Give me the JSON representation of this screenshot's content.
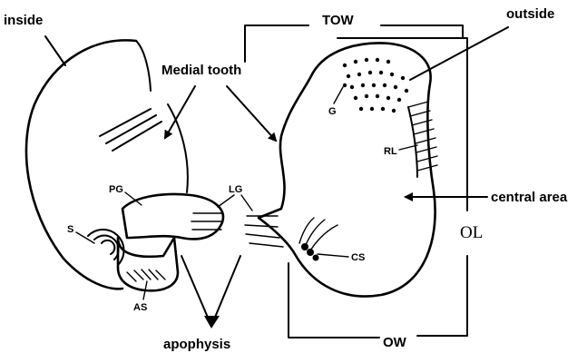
{
  "labels": {
    "inside": "inside",
    "outside": "outside",
    "tow": "TOW",
    "medial_tooth": "Medial tooth",
    "g": "G",
    "rl": "RL",
    "pg": "PG",
    "lg": "LG",
    "s": "S",
    "central_area": "central area",
    "ol": "OL",
    "cs": "CS",
    "as": "AS",
    "apophysis": "apophysis",
    "ow": "OW"
  },
  "colors": {
    "ink": "#000000",
    "background": "#ffffff"
  }
}
